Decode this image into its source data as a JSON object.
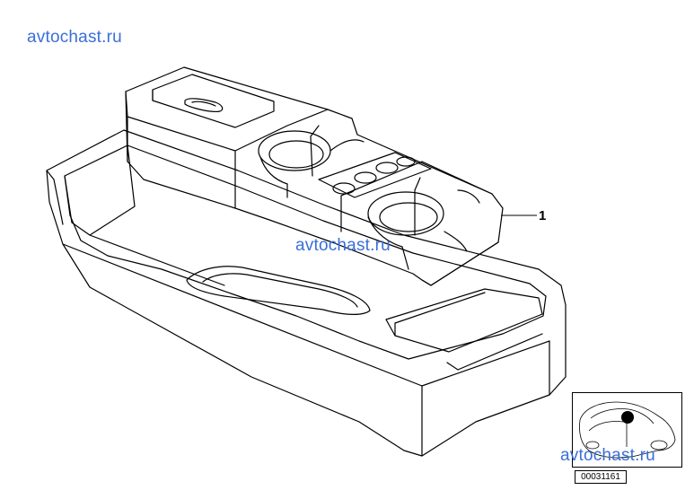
{
  "watermarks": [
    "avtochast.ru",
    "avtochast.ru",
    "avtochast.ru"
  ],
  "callout_label": "1",
  "diagram_code": "00031161",
  "colors": {
    "watermark": "#3a6fd8",
    "line": "#000000",
    "background": "#ffffff"
  }
}
